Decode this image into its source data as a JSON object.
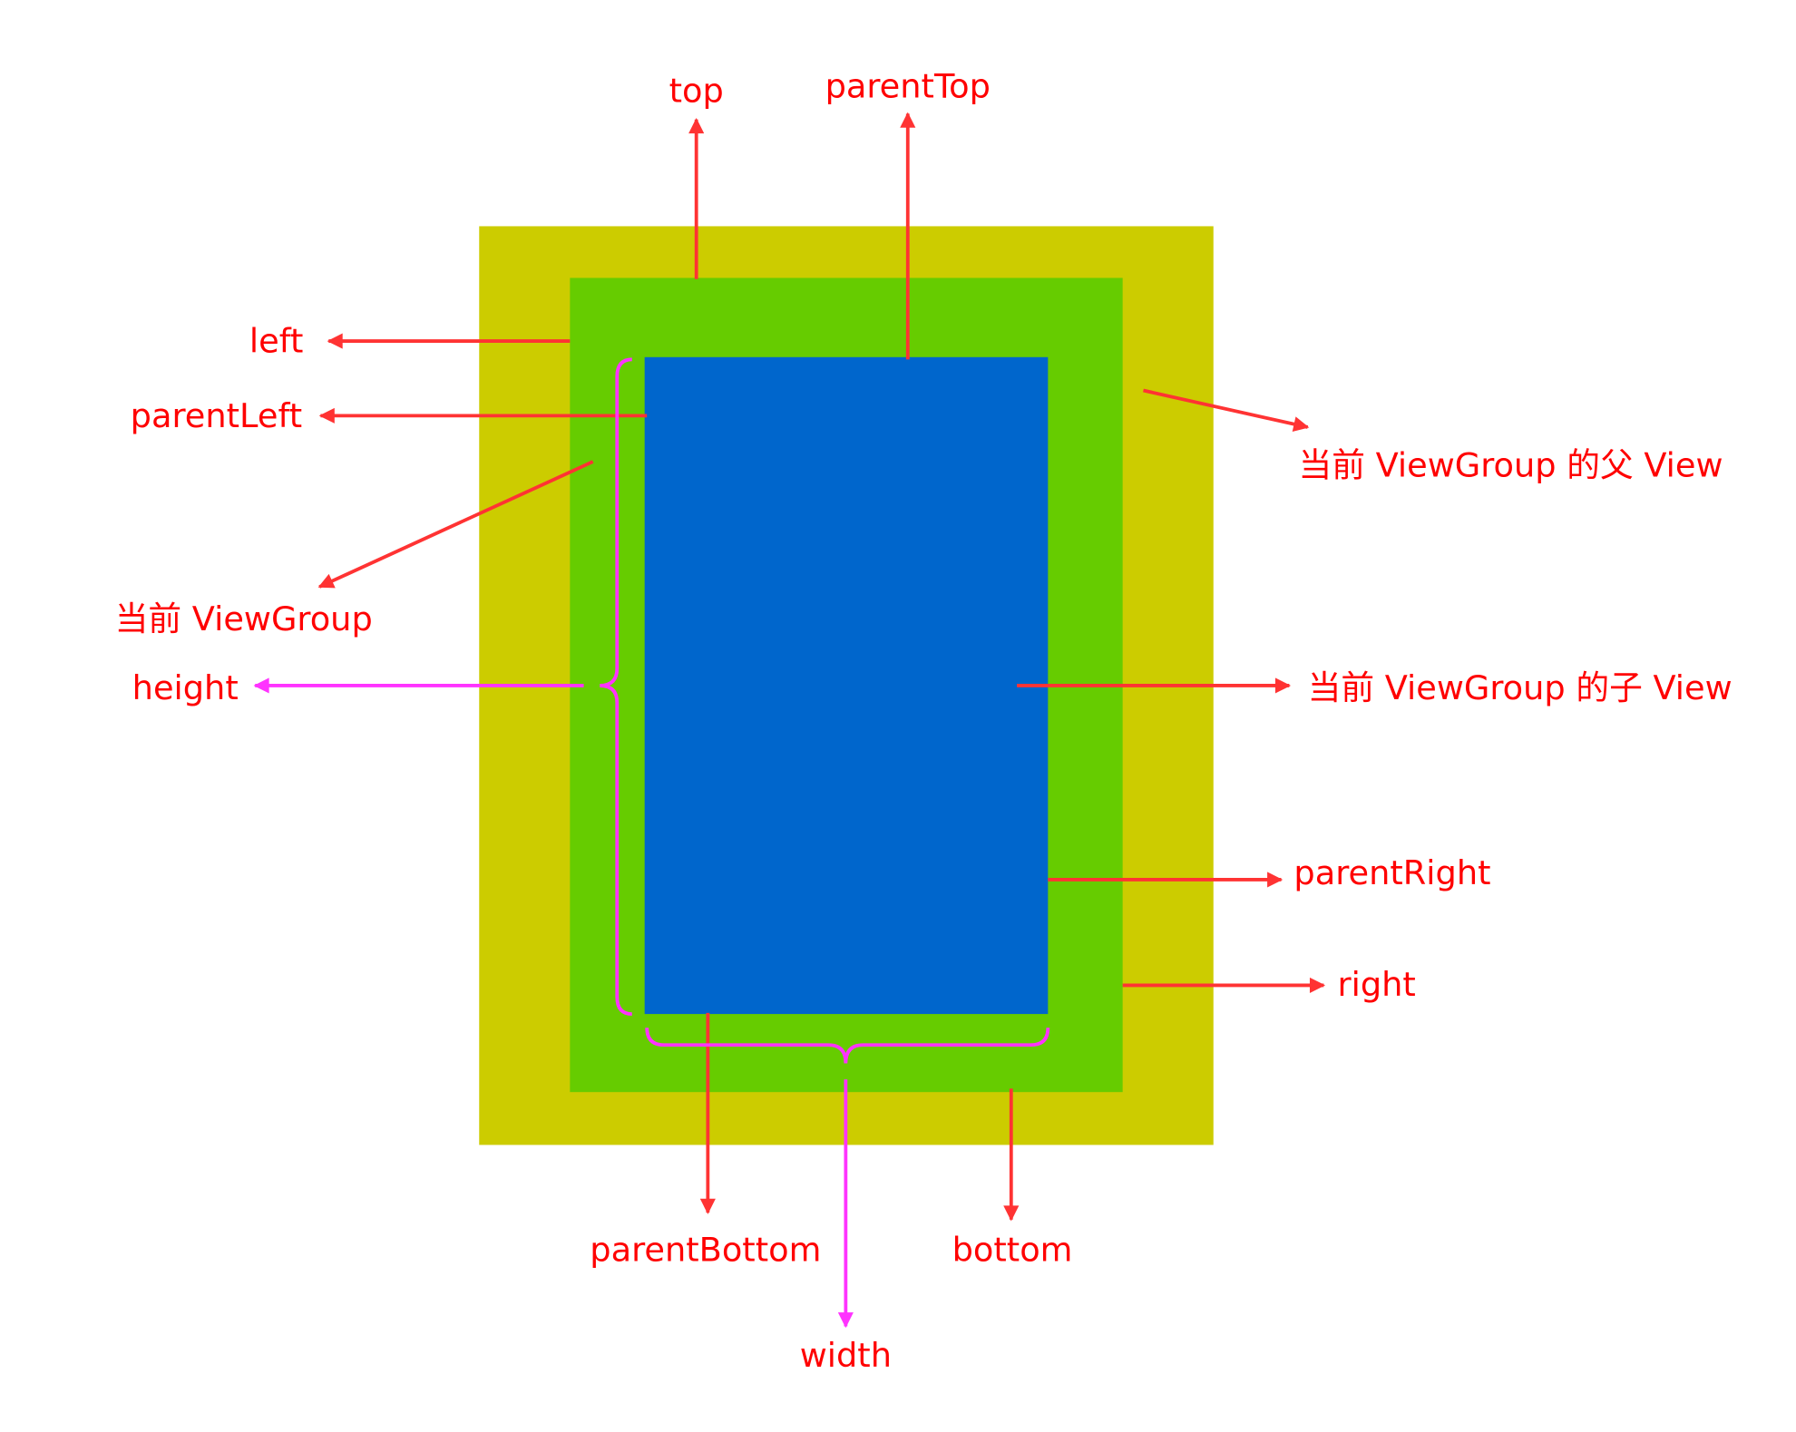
{
  "colors": {
    "parent_view": "#CCCC00",
    "current_viewgroup": "#66CC00",
    "child_view": "#0066CC",
    "arrow_red": "#FF3333",
    "arrow_magenta": "#FF33FF",
    "label_red": "#FF0000"
  },
  "labels": {
    "top": "top",
    "parentTop": "parentTop",
    "left": "left",
    "parentLeft": "parentLeft",
    "current_viewgroup": "当前 ViewGroup",
    "height": "height",
    "parent_view": "当前 ViewGroup 的父 View",
    "child_view": "当前 ViewGroup 的子 View",
    "parentRight": "parentRight",
    "right": "right",
    "parentBottom": "parentBottom",
    "bottom": "bottom",
    "width": "width"
  }
}
